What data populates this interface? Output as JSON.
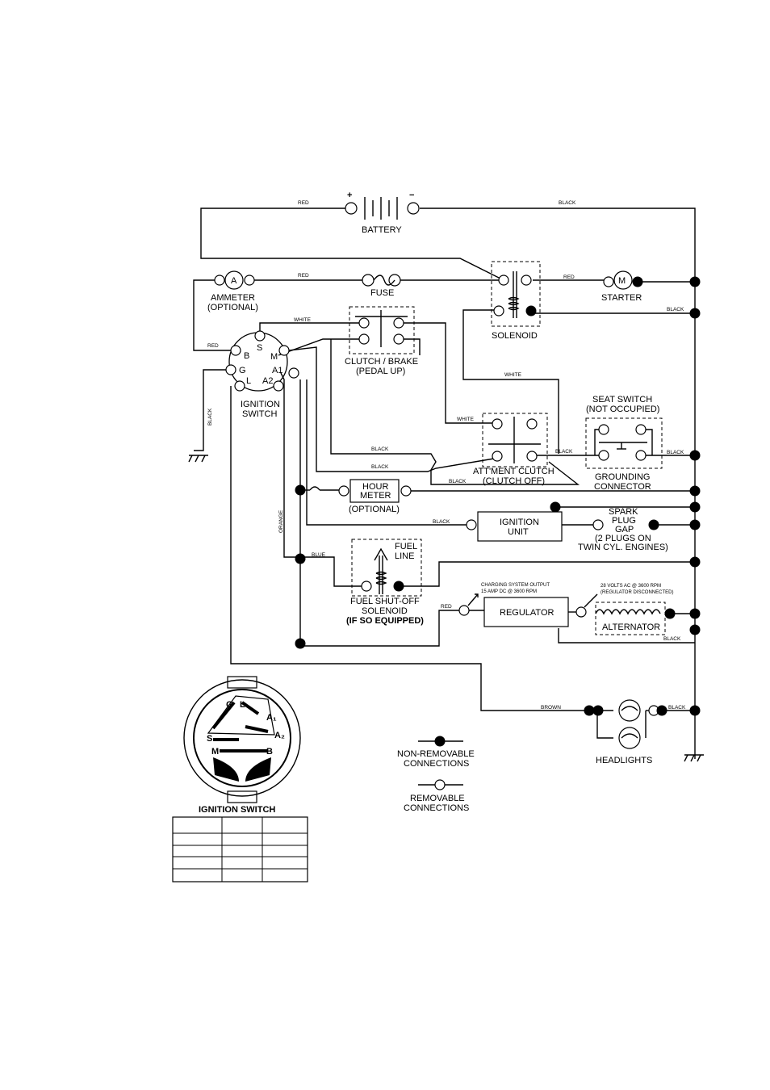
{
  "components": {
    "battery": "BATTERY",
    "battery_plus": "+",
    "battery_minus": "−",
    "fuse": "FUSE",
    "ammeter_symbol": "A",
    "ammeter_1": "AMMETER",
    "ammeter_2": "(OPTIONAL)",
    "starter_symbol": "M",
    "starter": "STARTER",
    "solenoid": "SOLENOID",
    "clutch_brake_1": "CLUTCH / BRAKE",
    "clutch_brake_2": "(PEDAL UP)",
    "ignition_switch_1": "IGNITION",
    "ignition_switch_2": "SWITCH",
    "seat_switch_1": "SEAT SWITCH",
    "seat_switch_2": "(NOT OCCUPIED)",
    "grounding_1": "GROUNDING",
    "grounding_2": "CONNECTOR",
    "attment_clutch_1": "ATT'MENT CLUTCH",
    "attment_clutch_2": "(CLUTCH OFF)",
    "hour_meter_1": "HOUR",
    "hour_meter_2": "METER",
    "hour_meter_3": "(OPTIONAL)",
    "ignition_unit_1": "IGNITION",
    "ignition_unit_2": "UNIT",
    "spark_1": "SPARK",
    "spark_2": "PLUG",
    "spark_3": "GAP",
    "spark_4": "(2 PLUGS ON",
    "spark_5": "TWIN CYL. ENGINES)",
    "fuel_line_1": "FUEL",
    "fuel_line_2": "LINE",
    "fuel_solenoid_1": "FUEL SHUT-OFF",
    "fuel_solenoid_2": "SOLENOID",
    "fuel_solenoid_3": "(IF SO EQUIPPED)",
    "regulator": "REGULATOR",
    "alternator": "ALTERNATOR",
    "charging_1": "CHARGING SYSTEM OUTPUT",
    "charging_2": "15 AMP DC @ 3600 RPM",
    "volts_1": "28 VOLTS AC @ 3600 RPM",
    "volts_2": "(REGULATOR DISCONNECTED)",
    "headlights": "HEADLIGHTS"
  },
  "terminals": {
    "b": "B",
    "s": "S",
    "m": "M",
    "g": "G",
    "a1": "A1",
    "l": "L",
    "a2": "A2"
  },
  "wires": {
    "red_battery": "RED",
    "black_battery": "BLACK",
    "red_ammeter": "RED",
    "red_starter": "RED",
    "black_solenoid": "BLACK",
    "white_top": "WHITE",
    "red_switch": "RED",
    "black_ground": "BLACK",
    "white_mid": "WHITE",
    "white_attment": "WHITE",
    "black_1": "BLACK",
    "black_2": "BLACK",
    "black_3": "BLACK",
    "black_seat_left": "BLACK",
    "black_seat_right": "BLACK",
    "orange": "ORANGE",
    "black_ign": "BLACK",
    "blue": "BLUE",
    "red_reg": "RED",
    "black_alt": "BLACK",
    "brown": "BROWN",
    "black_head": "BLACK"
  },
  "legend": {
    "nonremovable_1": "NON-REMOVABLE",
    "nonremovable_2": "CONNECTIONS",
    "removable_1": "REMOVABLE",
    "removable_2": "CONNECTIONS"
  },
  "switch_face": {
    "title": "IGNITION SWITCH",
    "g": "G",
    "l": "L",
    "a1": "A₁",
    "a2": "A₂",
    "s": "S",
    "m": "M",
    "b": "B"
  }
}
